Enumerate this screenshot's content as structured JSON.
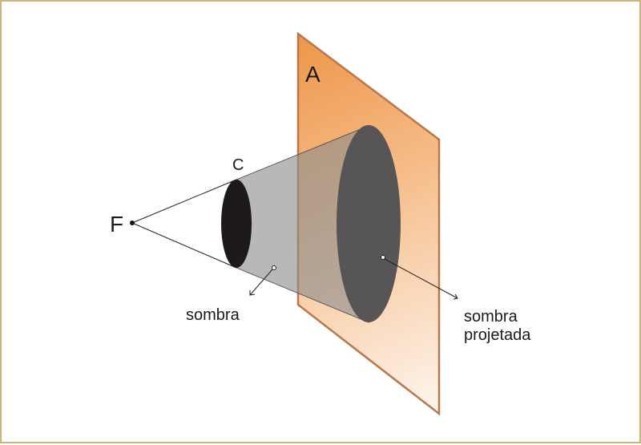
{
  "labels": {
    "plane": "A",
    "object": "C",
    "focus": "F",
    "shadow": "sombra",
    "projected_line1": "sombra",
    "projected_line2": "projetada"
  },
  "colors": {
    "frame": "#cdb67e",
    "plane_dark": "#ef9a4f",
    "plane_light": "#fdf1e6",
    "plane_edge": "#b7784b",
    "cone": "#8c8c8c",
    "object_disc": "#1e1a19",
    "projected_shadow": "#575555"
  }
}
